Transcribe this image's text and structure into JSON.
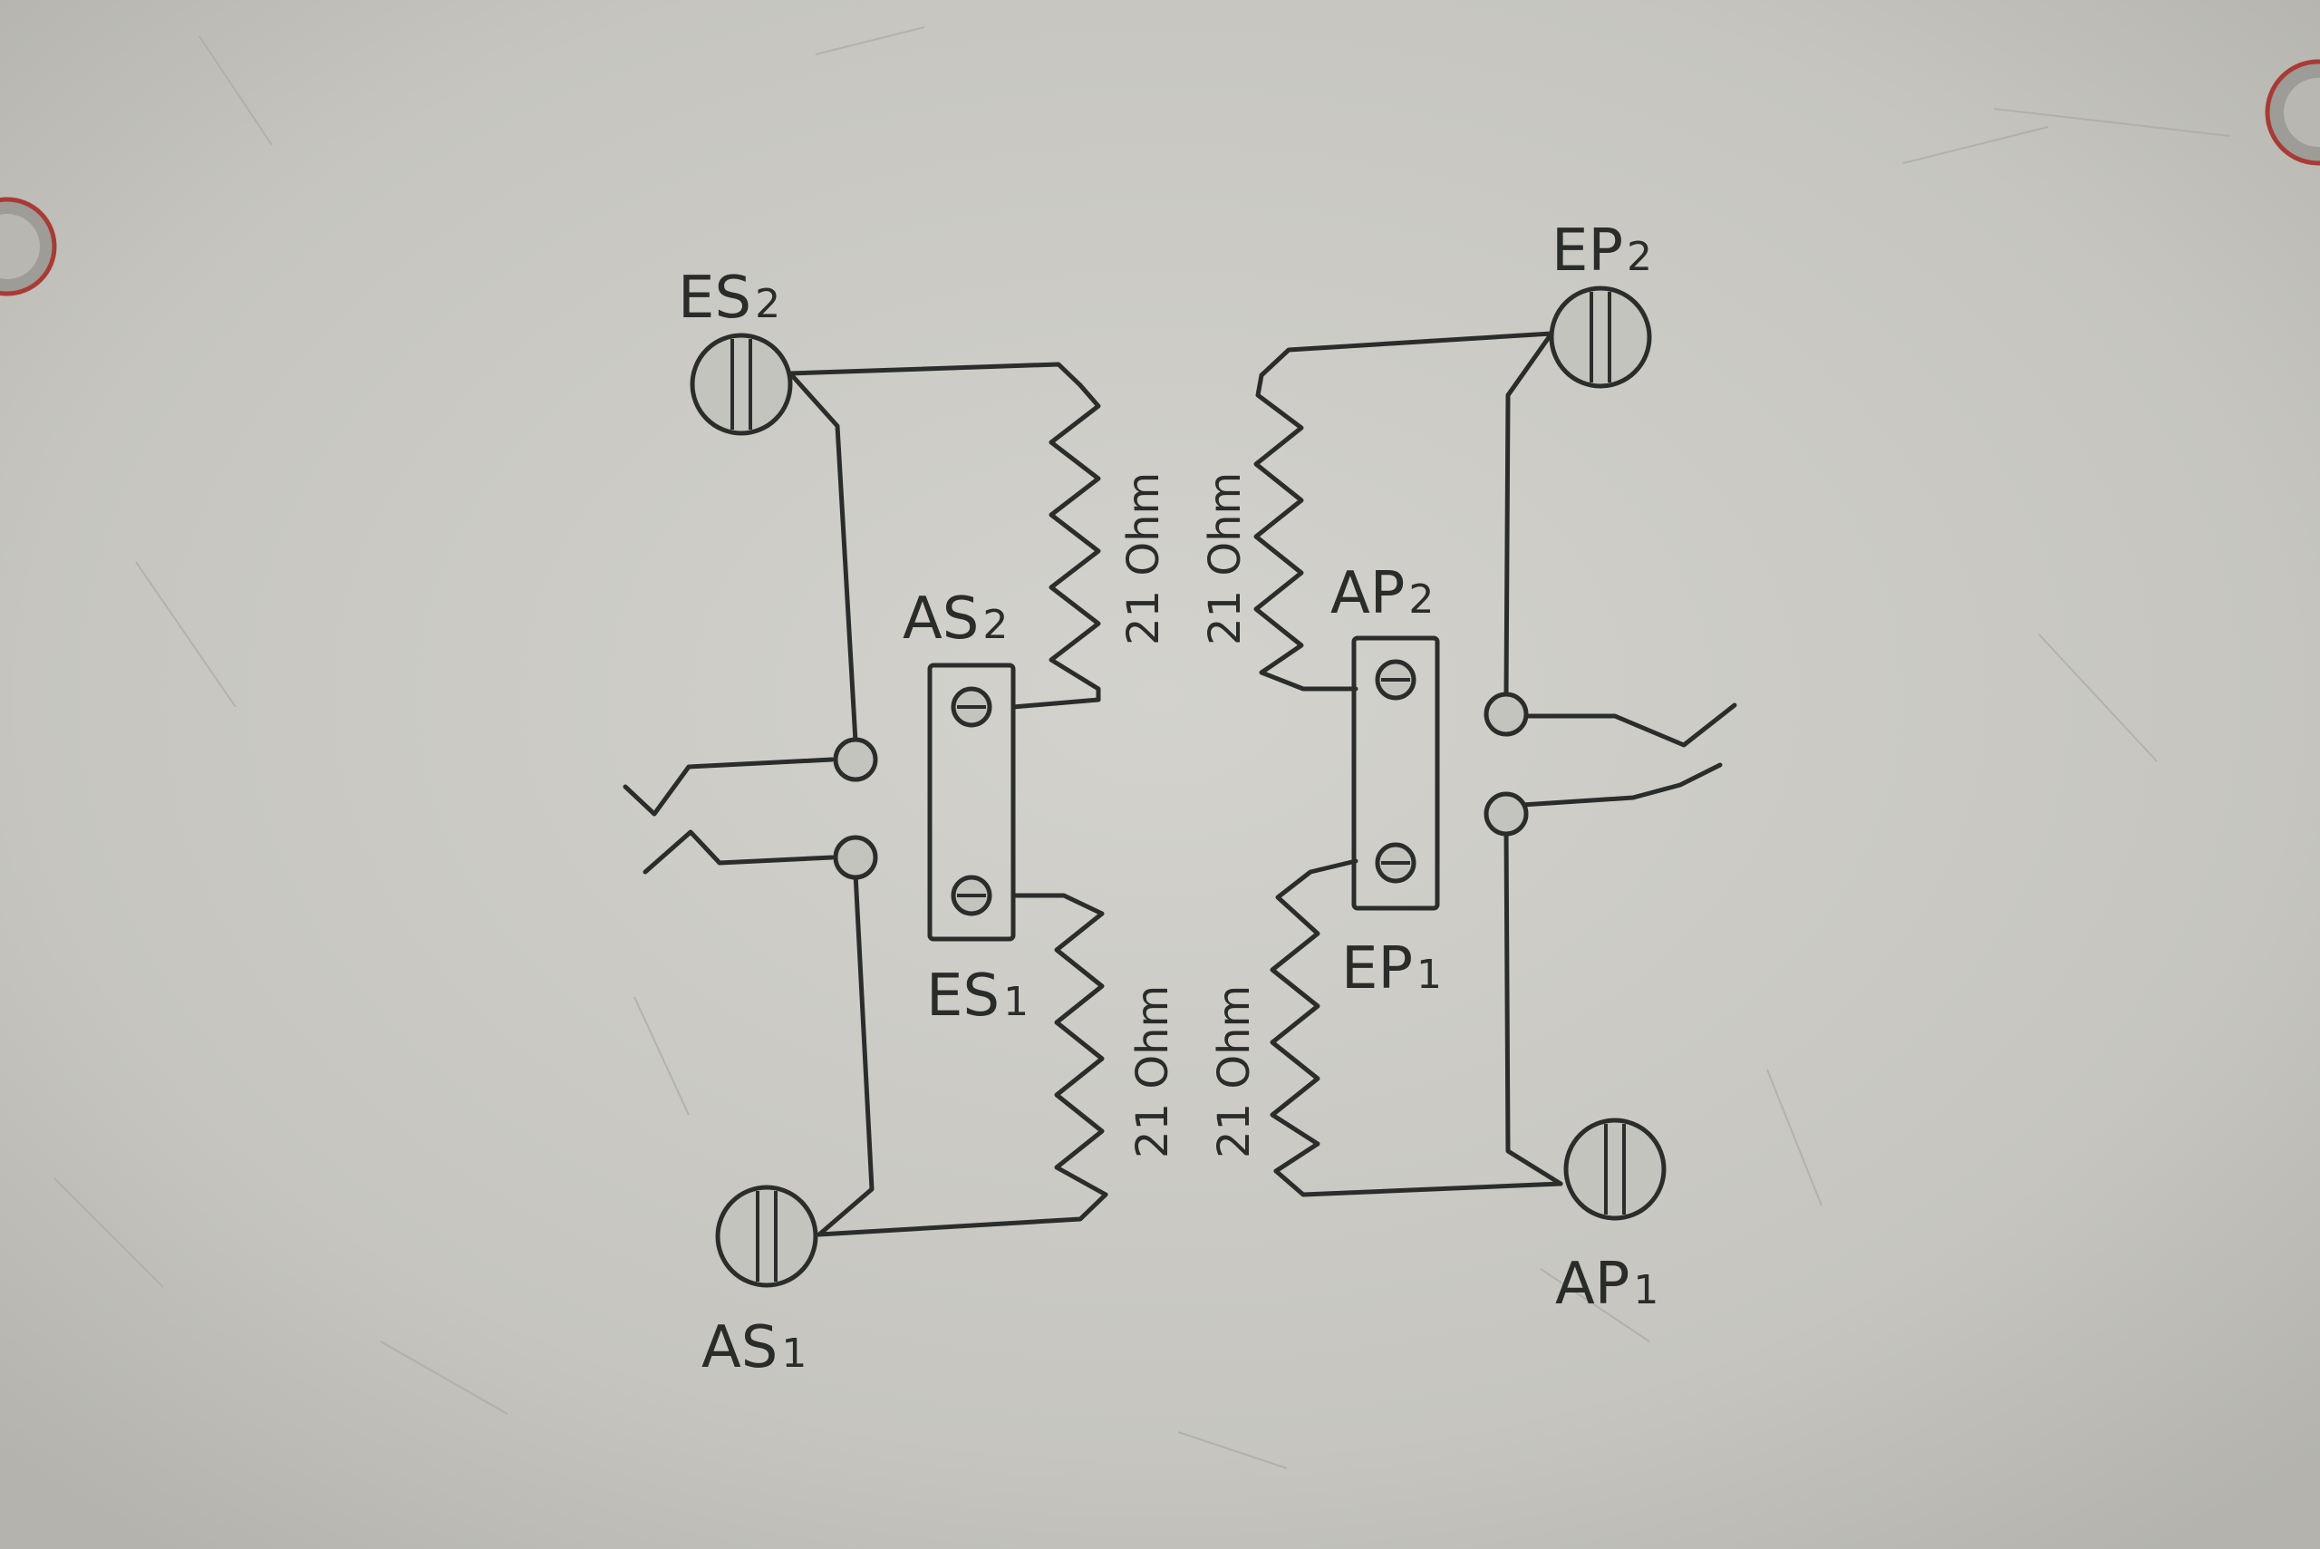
{
  "plate": {
    "colors": {
      "metal": "#c9c8c2",
      "ink": "#2b2d2b",
      "screw_ring": "#a93a35"
    },
    "terminals": [
      {
        "id": "es2",
        "letters": "ES",
        "index": "2"
      },
      {
        "id": "ep2",
        "letters": "EP",
        "index": "2"
      },
      {
        "id": "as2",
        "letters": "AS",
        "index": "2"
      },
      {
        "id": "ap2",
        "letters": "AP",
        "index": "2"
      },
      {
        "id": "es1",
        "letters": "ES",
        "index": "1"
      },
      {
        "id": "ep1",
        "letters": "EP",
        "index": "1"
      },
      {
        "id": "as1",
        "letters": "AS",
        "index": "1"
      },
      {
        "id": "ap1",
        "letters": "AP",
        "index": "1"
      }
    ],
    "resistors": [
      {
        "id": "upper-left",
        "label": "21 Ohm"
      },
      {
        "id": "upper-right",
        "label": "21 Ohm"
      },
      {
        "id": "lower-left",
        "label": "21 Ohm"
      },
      {
        "id": "lower-right",
        "label": "21 Ohm"
      }
    ]
  }
}
